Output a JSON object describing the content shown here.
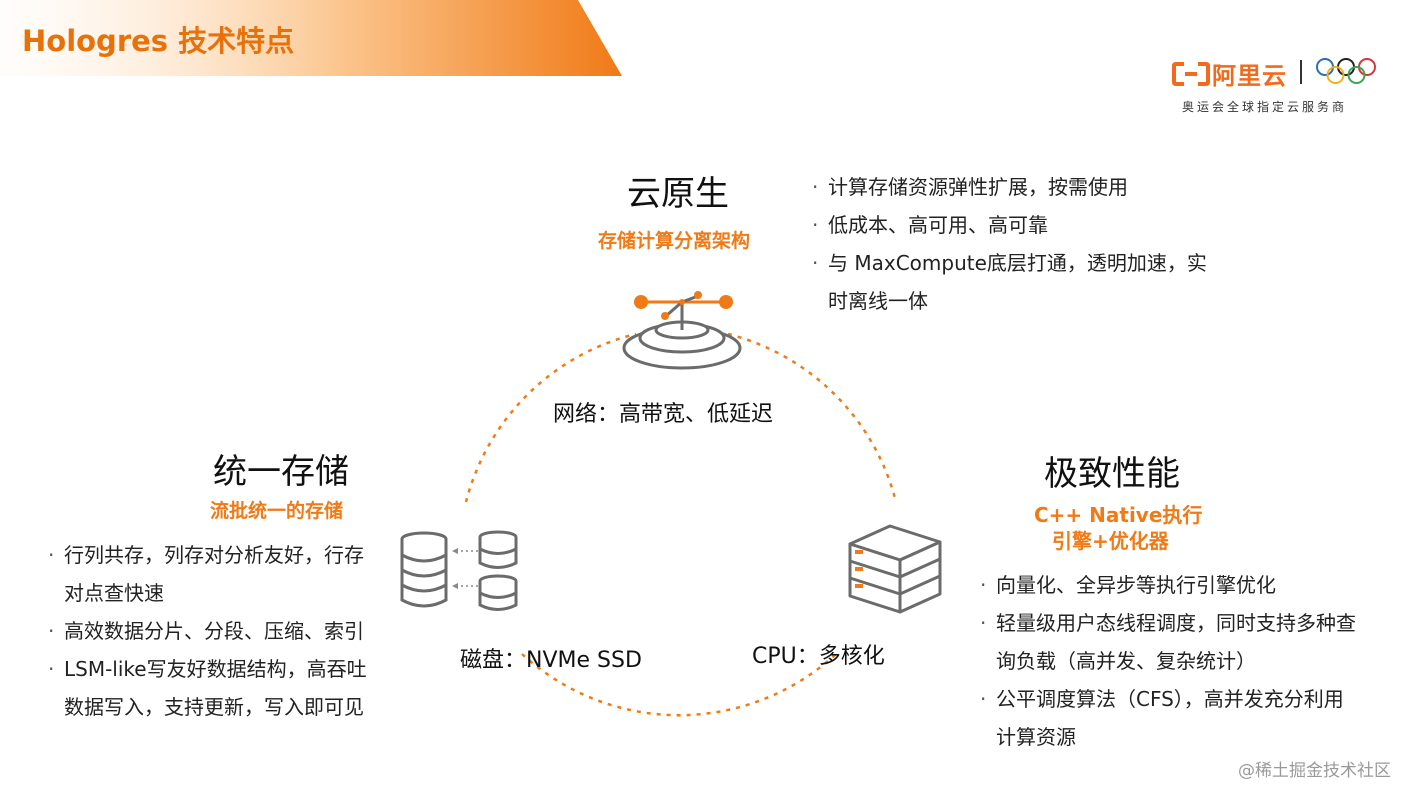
{
  "header": {
    "title": "Hologres 技术特点"
  },
  "logo": {
    "brand_text": "阿里云",
    "tagline": "奥运会全球指定云服务商",
    "mark_icon": "aliyun-logo-icon",
    "rings_icon": "olympic-rings-icon"
  },
  "cloud_native": {
    "title": "云原生",
    "subtitle": "存储计算分离架构",
    "bullets": [
      "计算存储资源弹性扩展，按需使用",
      "低成本、高可用、高可靠",
      "与 MaxCompute底层打通，透明加速，实",
      "时离线一体"
    ],
    "network_caption": "网络：高带宽、低延迟",
    "icon": "network-node-icon"
  },
  "unified_storage": {
    "title": "统一存储",
    "subtitle": "流批统一的存储",
    "bullets": [
      "行列共存，列存对分析友好，行存",
      "对点查快速",
      "高效数据分片、分段、压缩、索引",
      "LSM-like写友好数据结构，高吞吐",
      "数据写入，支持更新，写入即可见"
    ],
    "disk_caption": "磁盘：NVMe SSD",
    "icon": "database-stack-icon"
  },
  "performance": {
    "title": "极致性能",
    "subtitle_line1": "C++ Native执行",
    "subtitle_line2": "引擎+优化器",
    "bullets": [
      "向量化、全异步等执行引擎优化",
      "轻量级用户态线程调度，同时支持多种查",
      "询负载（高并发、复杂统计）",
      "公平调度算法（CFS），高并发充分利用",
      "计算资源"
    ],
    "cpu_caption": "CPU：多核化",
    "icon": "server-rack-icon"
  },
  "colors": {
    "accent": "#f07a16",
    "icon_gray": "#6b6b6b"
  },
  "watermark": "@稀土掘金技术社区"
}
